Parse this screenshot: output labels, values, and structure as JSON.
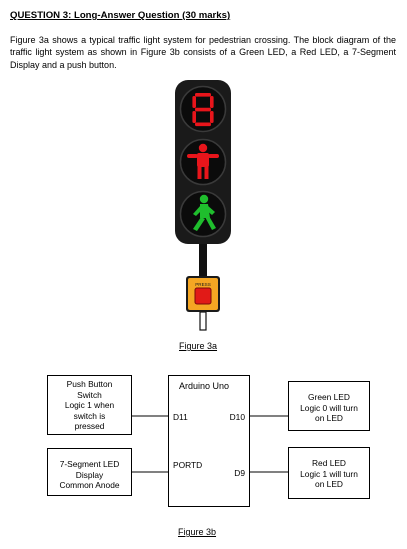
{
  "question": {
    "heading": "QUESTION 3: Long-Answer Question (30 marks)",
    "paragraph": "Figure 3a shows a typical traffic light system for pedestrian crossing. The block diagram of the traffic light system as shown in Figure 3b consists of a Green LED, a Red LED, a 7-Segment Display and a push button."
  },
  "figure3a": {
    "caption": "Figure 3a",
    "display_digit": "8",
    "press_label": "PRESS",
    "colors": {
      "housing": "#1a1a1a",
      "red": "#e8151b",
      "green": "#1fbe2d",
      "button_body": "#f5a623",
      "button_face": "#e11a17"
    }
  },
  "figure3b": {
    "caption": "Figure 3b",
    "arduino": {
      "title": "Arduino Uno",
      "pins": {
        "d11": "D11",
        "d10": "D10",
        "portd": "PORTD",
        "d9": "D9"
      }
    },
    "push_button": "Push Button\nSwitch\nLogic 1 when\nswitch is\npressed",
    "seven_segment": "7-Segment LED\nDisplay\nCommon Anode",
    "green_led": "Green LED\nLogic 0 will turn\non LED",
    "red_led": "Red LED\nLogic 1 will turn\non LED"
  }
}
